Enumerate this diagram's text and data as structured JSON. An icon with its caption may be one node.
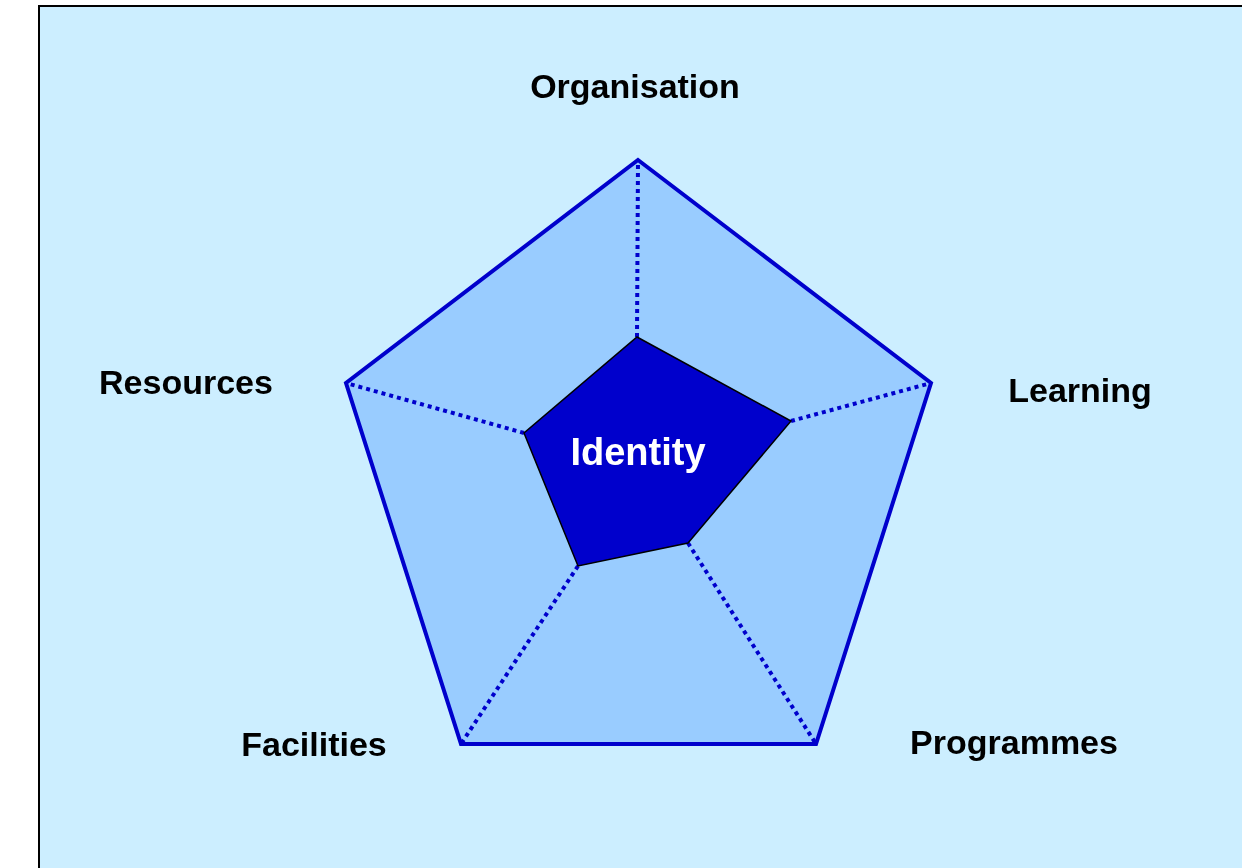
{
  "diagram": {
    "nodes": [
      {
        "text": [],
        "shape": "pentagon"
      },
      {
        "text": [
          "Identity"
        ],
        "in": 0
      }
    ],
    "labels": [
      "Organisation",
      "Resources",
      "Learning",
      "Facilities",
      "Programmes"
    ]
  }
}
